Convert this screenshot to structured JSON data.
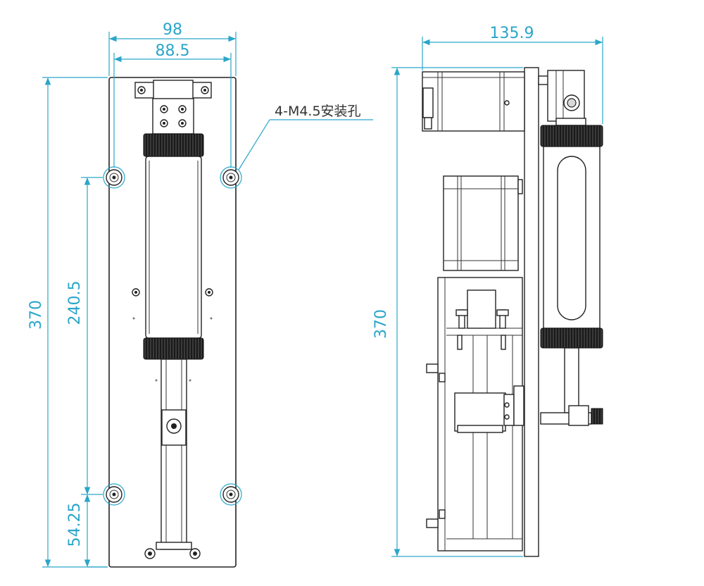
{
  "front_view": {
    "dims": {
      "overall_width": "98",
      "hole_spacing_width": "88.5",
      "overall_height": "370",
      "hole_spacing_height": "240.5",
      "bottom_hole_offset": "54.25"
    },
    "callout": "4-M4.5安装孔"
  },
  "side_view": {
    "dims": {
      "depth": "135.9",
      "height": "370"
    }
  },
  "colors": {
    "dimension": "#2aa6c9",
    "outline": "#222222",
    "knurl": "#1a1a1a"
  }
}
